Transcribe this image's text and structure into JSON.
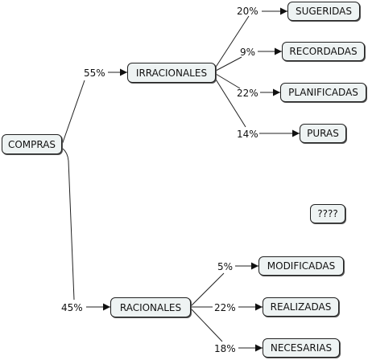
{
  "colors": {
    "node_fill": "#eef3f3",
    "line": "#222222"
  },
  "nodes": {
    "compras": "COMPRAS",
    "irracionales": "IRRACIONALES",
    "racionales": "RACIONALES",
    "sugeridas": "SUGERIDAS",
    "recordadas": "RECORDADAS",
    "planificadas": "PLANIFICADAS",
    "puras": "PURAS",
    "unknown": "????",
    "modificadas": "MODIFICADAS",
    "realizadas": "REALIZADAS",
    "necesarias": "NECESARIAS"
  },
  "percents": {
    "irracionales": "55%",
    "racionales": "45%",
    "sugeridas": "20%",
    "recordadas": "9%",
    "planificadas": "22%",
    "puras": "14%",
    "modificadas": "5%",
    "realizadas": "22%",
    "necesarias": "18%"
  }
}
